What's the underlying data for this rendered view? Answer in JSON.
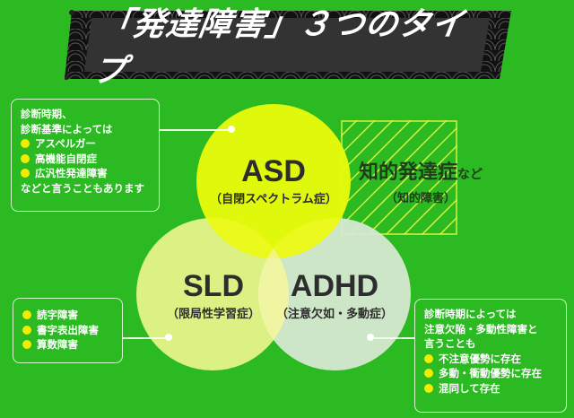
{
  "title": "「発達障害」３つのタイプ",
  "colors": {
    "background": "#2bba22",
    "asd_circle": "#e6fa0a",
    "sld_circle": "#ebf58c",
    "adhd_circle": "#d7e8d2",
    "banner": "#333333",
    "bullet": "#f2ec00",
    "text_dark": "#2d2d2d"
  },
  "circles": {
    "asd": {
      "abbr": "ASD",
      "full": "（自閉スペクトラム症）"
    },
    "sld": {
      "abbr": "SLD",
      "full": "（限局性学習症）"
    },
    "adhd": {
      "abbr": "ADHD",
      "full": "（注意欠如・多動症）"
    }
  },
  "intellectual": {
    "main": "知的発達症",
    "suffix": "など",
    "sub": "（知的障害）"
  },
  "boxes": {
    "asd": {
      "intro": [
        "診断時期、",
        "診断基準によっては"
      ],
      "bullets": [
        "アスペルガー",
        "高機能自閉症",
        "広汎性発達障害"
      ],
      "outro": "などと言うこともあります"
    },
    "sld": {
      "bullets": [
        "読字障害",
        "書字表出障害",
        "算数障害"
      ]
    },
    "adhd": {
      "intro": [
        "診断時期によっては",
        "注意欠陥・多動性障害と",
        "言うことも"
      ],
      "bullets": [
        "不注意優勢に存在",
        "多動・衝動優勢に存在",
        "混同して存在"
      ]
    }
  }
}
